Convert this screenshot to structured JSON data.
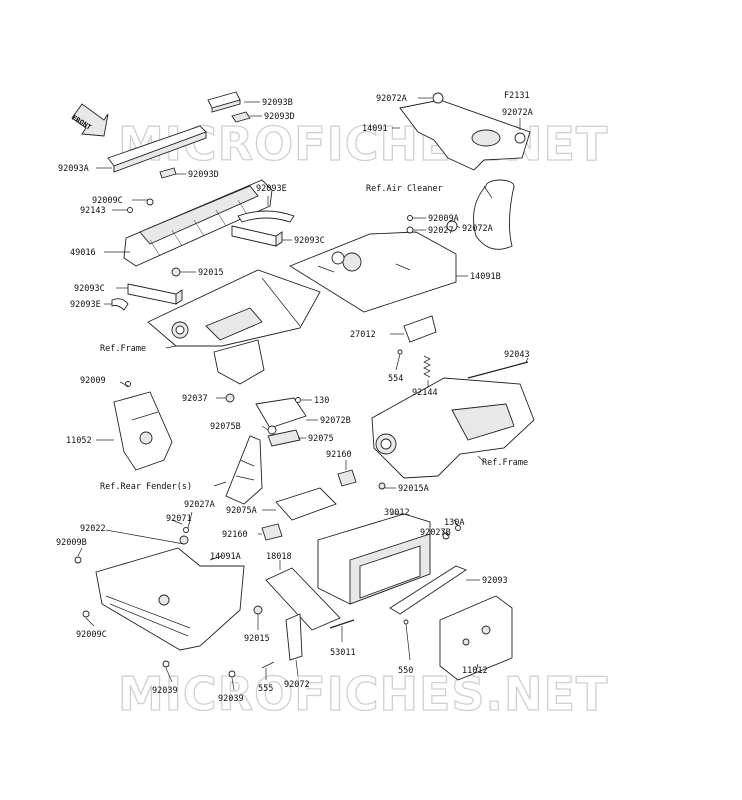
{
  "diagram_id": "F2131",
  "front_arrow_label": "FRONT",
  "watermark": "MICROFICHES.NET",
  "parts": {
    "p_92093B": "92093B",
    "p_92093D_top": "92093D",
    "p_92093A": "92093A",
    "p_92093D_mid": "92093D",
    "p_92009C_top": "92009C",
    "p_92143": "92143",
    "p_92093E_top": "92093E",
    "p_49016": "49016",
    "p_92093C_right": "92093C",
    "p_92015_top": "92015",
    "p_92093C_left": "92093C",
    "p_92093E_left": "92093E",
    "p_92072A_left": "92072A",
    "p_92072A_right": "92072A",
    "p_14091": "14091",
    "p_92009A": "92009A",
    "p_92027": "92027",
    "p_92072A_mid": "92072A",
    "p_14091B": "14091B",
    "p_27012": "27012",
    "p_554": "554",
    "p_92144": "92144",
    "p_92043": "92043",
    "p_92009": "92009",
    "p_11052": "11052",
    "p_92037": "92037",
    "p_130": "130",
    "p_92072B": "92072B",
    "p_92075B": "92075B",
    "p_92075": "92075",
    "p_92160_top": "92160",
    "p_92015A": "92015A",
    "p_92027A": "92027A",
    "p_92071": "92071",
    "p_92075A": "92075A",
    "p_39012": "39012",
    "p_130A": "130A",
    "p_92027B": "92027B",
    "p_92022": "92022",
    "p_92009B": "92009B",
    "p_14091A": "14091A",
    "p_18018": "18018",
    "p_92160_mid": "92160",
    "p_92093": "92093",
    "p_92009C_bottom": "92009C",
    "p_92015_bottom": "92015",
    "p_53011": "53011",
    "p_550": "550",
    "p_11012": "11012",
    "p_92039_left": "92039",
    "p_555": "555",
    "p_92072": "92072",
    "p_92039_right": "92039"
  },
  "references": {
    "ref_air_cleaner": "Ref.Air Cleaner",
    "ref_frame_left": "Ref.Frame",
    "ref_frame_right": "Ref.Frame",
    "ref_rear_fender": "Ref.Rear Fender(s)"
  }
}
